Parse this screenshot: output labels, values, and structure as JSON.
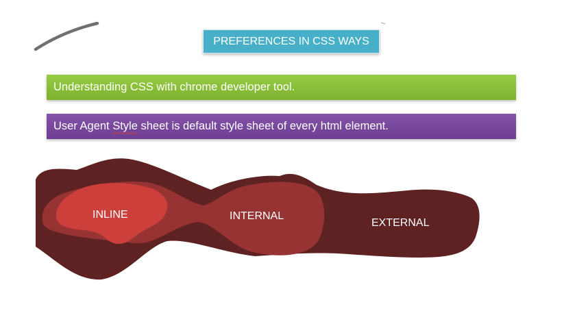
{
  "slide": {
    "title": "PREFERENCES IN CSS WAYS",
    "bars": [
      {
        "text": "Understanding CSS with chrome developer tool."
      },
      {
        "text_before": "User Agent ",
        "text_underlined": "Style",
        "text_after": " sheet is default style sheet of every html element."
      }
    ],
    "layers": {
      "inline": "INLINE",
      "internal": "INTERNAL",
      "external": "EXTERNAL"
    }
  },
  "colors": {
    "title_bg": "#47b0c8",
    "bar_green": "#8bc03a",
    "bar_purple": "#7a4a9e",
    "external_blob": "#5e2222",
    "internal_blob": "#973433",
    "inline_blob": "#cc3f3b"
  }
}
